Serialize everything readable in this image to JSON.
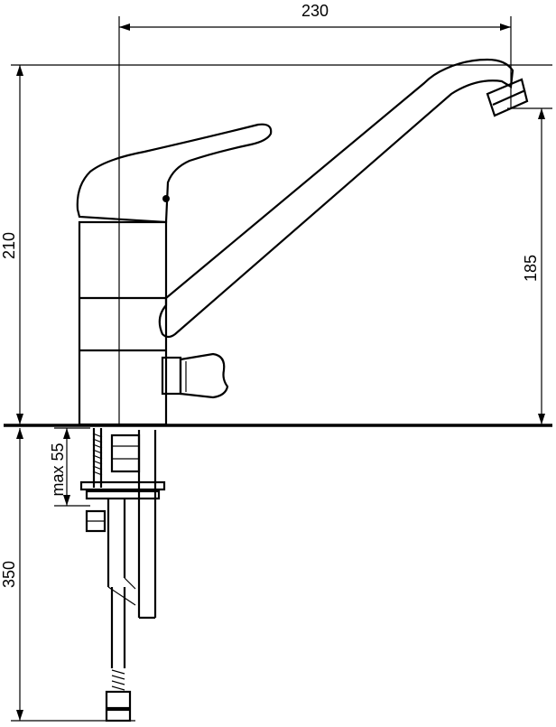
{
  "dimensions": {
    "width_label": "230",
    "height_label": "210",
    "spout_height_label": "185",
    "max_thickness_label": "max 55",
    "hose_length_label": "350"
  },
  "colors": {
    "line": "#000000",
    "background": "#ffffff"
  }
}
